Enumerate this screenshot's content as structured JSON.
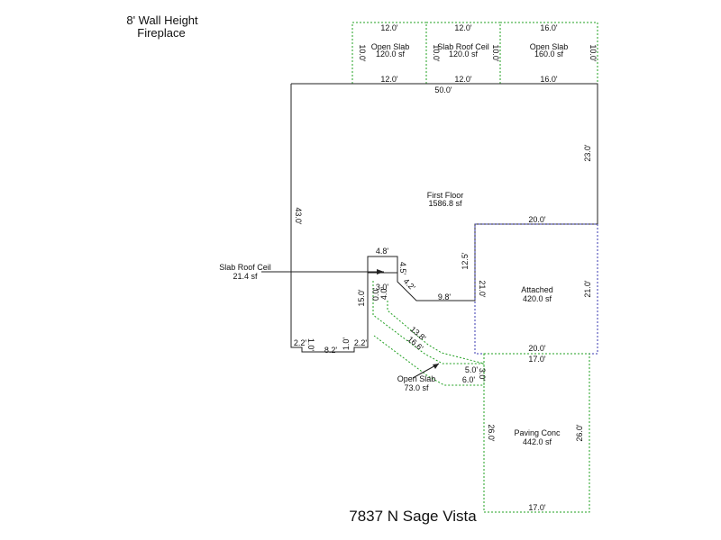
{
  "notes": {
    "wall_height": "8' Wall Height",
    "fireplace": "Fireplace"
  },
  "address": "7837 N Sage Vista",
  "colors": {
    "wall": "#222222",
    "slab": "#22a022",
    "garage": "#3a3ab0"
  },
  "areas": [
    {
      "id": "first-floor",
      "name": "First Floor",
      "area": "1586.8 sf"
    },
    {
      "id": "attached",
      "name": "Attached",
      "area": "420.0 sf"
    },
    {
      "id": "open-slab-1",
      "name": "Open Slab",
      "area": "120.0 sf"
    },
    {
      "id": "slab-roof-ceil-top",
      "name": "Slab Roof Ceil",
      "area": "120.0 sf"
    },
    {
      "id": "open-slab-2",
      "name": "Open Slab",
      "area": "160.0 sf"
    },
    {
      "id": "slab-roof-ceil-small",
      "name": "Slab Roof Ceil",
      "area": "21.4 sf"
    },
    {
      "id": "open-slab-3",
      "name": "Open Slab",
      "area": "73.0 sf"
    },
    {
      "id": "paving-conc",
      "name": "Paving Conc",
      "area": "442.0 sf"
    }
  ],
  "dimensions": {
    "d_top_12_a": "12.0'",
    "d_top_12_b": "12.0'",
    "d_top_16": "16.0'",
    "d_side_10_a": "10.0'",
    "d_side_10_b": "10.0'",
    "d_side_10_c": "10.0'",
    "d_side_10_d": "10.0'",
    "d_bot_12_a": "12.0'",
    "d_bot_12_b": "12.0'",
    "d_bot_16": "16.0'",
    "d_50": "50.0'",
    "d_23": "23.0'",
    "d_43": "43.0'",
    "d_20_a": "20.0'",
    "d_12_5": "12.5'",
    "d_21_a": "21.0'",
    "d_21_b": "21.0'",
    "d_20_b": "20.0'",
    "d_17_a": "17.0'",
    "d_26_a": "26.0'",
    "d_26_b": "26.0'",
    "d_17_b": "17.0'",
    "d_4_8": "4.8'",
    "d_4_5": "4.5'",
    "d_4_2": "4.2'",
    "d_9_8": "9.8'",
    "d_15": "15.0'",
    "d_3_0": "3.0'",
    "d_4_0": "4.0'",
    "d_0_0": "0.0'",
    "d_13_8": "13.8'",
    "d_16_6": "16.6'",
    "d_5_0": "5.0'",
    "d_6_0": "6.0'",
    "d_3_0_b": "3.0'",
    "d_2_2_a": "2.2'",
    "d_1_0_a": "1.0'",
    "d_8_2": "8.2'",
    "d_1_0_b": "1.0'",
    "d_2_2_b": "2.2'"
  }
}
